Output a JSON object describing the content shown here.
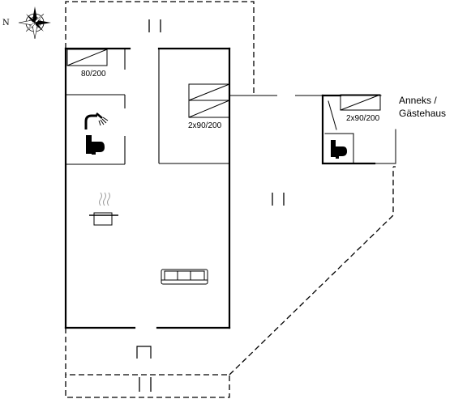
{
  "compass": {
    "north_label": "N"
  },
  "main_house": {
    "bedroom_1": {
      "bed_label": "80/200"
    },
    "bedroom_2": {
      "bed_label": "2x90/200"
    },
    "bathroom": {
      "icons": [
        "shower-icon",
        "toilet-icon"
      ]
    },
    "kitchen": {
      "icon": "cooking-pot-icon"
    },
    "living_room": {
      "icon": "sofa-icon"
    }
  },
  "annex": {
    "title_line1": "Anneks /",
    "title_line2": "Gästehaus",
    "bed_label": "2x90/200",
    "icons": [
      "toilet-icon"
    ]
  },
  "colors": {
    "line": "#000000",
    "background": "#ffffff"
  }
}
